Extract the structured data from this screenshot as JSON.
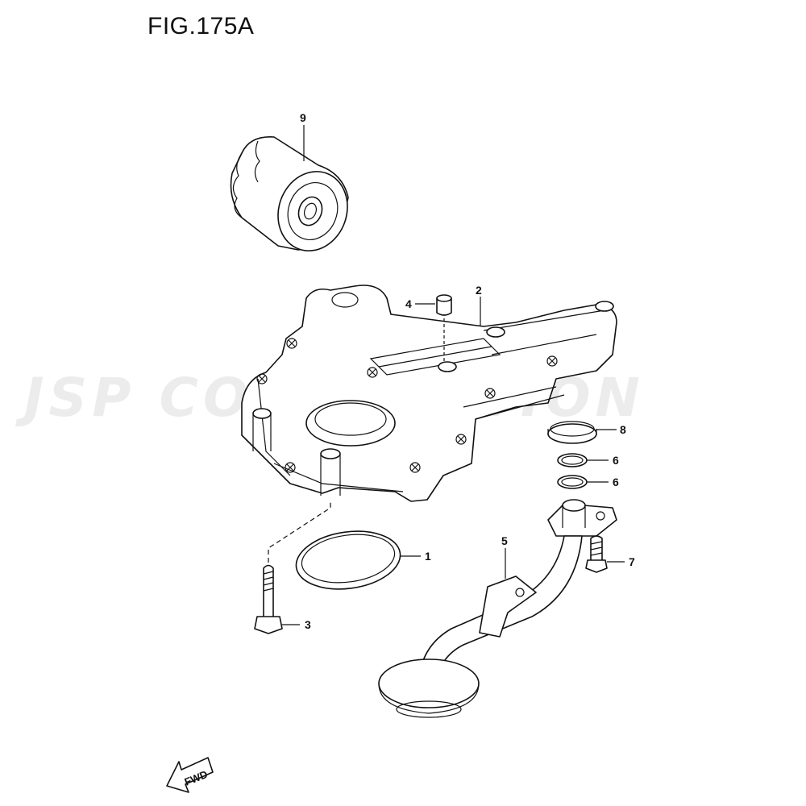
{
  "figure": {
    "title": "FIG.175A"
  },
  "watermark": {
    "text": "JSP CORPORATION"
  },
  "fwd": {
    "label": "FWD"
  },
  "callouts": [
    {
      "id": "9",
      "part": "oil-filter"
    },
    {
      "id": "4",
      "part": "dowel-pin"
    },
    {
      "id": "2",
      "part": "oil-pump-body"
    },
    {
      "id": "8",
      "part": "seal-ring"
    },
    {
      "id": "6",
      "part": "o-ring-upper"
    },
    {
      "id": "6",
      "part": "o-ring-lower"
    },
    {
      "id": "1",
      "part": "gasket-ring"
    },
    {
      "id": "5",
      "part": "oil-strainer"
    },
    {
      "id": "7",
      "part": "strainer-bolt"
    },
    {
      "id": "3",
      "part": "pump-bolt"
    }
  ]
}
